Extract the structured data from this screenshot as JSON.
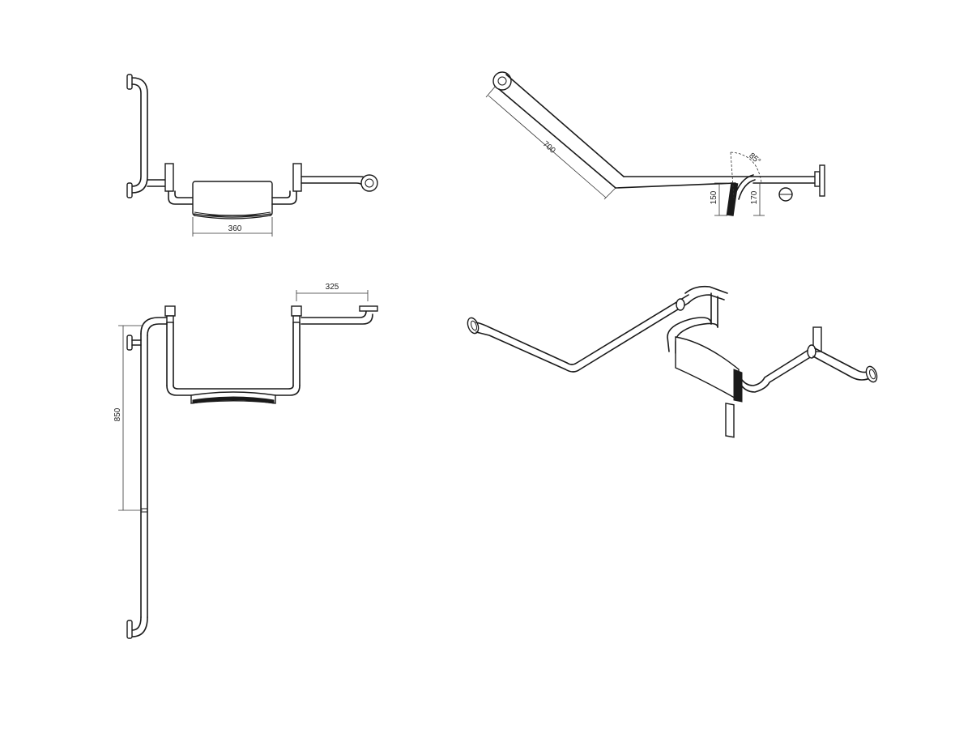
{
  "dimensions": {
    "front_seat_width": "360",
    "angled_bar_length": "700",
    "angle": "85°",
    "seat_offset_a": "150",
    "seat_offset_b": "170",
    "arm_depth": "325",
    "vertical_height": "850"
  },
  "colors": {
    "line": "#1a1a1a",
    "background": "#ffffff",
    "seat_fill": "#d8d8d8"
  }
}
